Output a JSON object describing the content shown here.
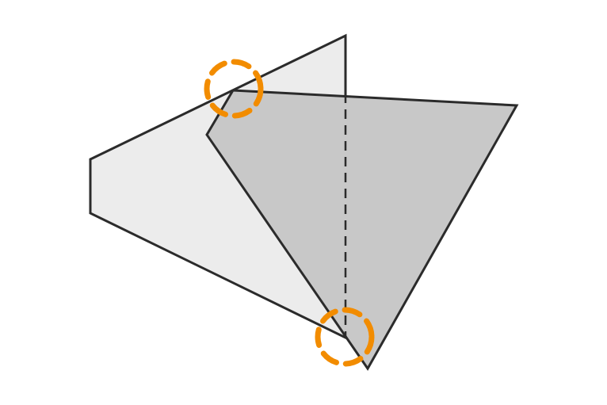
{
  "diagram": {
    "shapes": [
      {
        "name": "back-polygon",
        "fill": "#ececec",
        "stroke": "#2b2b2b"
      },
      {
        "name": "front-quadrilateral",
        "fill": "#c8c8c8",
        "stroke": "#2b2b2b"
      }
    ],
    "hidden_edge": {
      "name": "hidden-edge-dashed",
      "stroke": "#2b2b2b",
      "style": "dashed"
    },
    "highlights": [
      {
        "name": "highlight-top-vertex",
        "color": "#f28c00",
        "style": "dashed-circle"
      },
      {
        "name": "highlight-bottom-vertex",
        "color": "#f28c00",
        "style": "dashed-circle"
      }
    ],
    "background": "#ffffff"
  }
}
